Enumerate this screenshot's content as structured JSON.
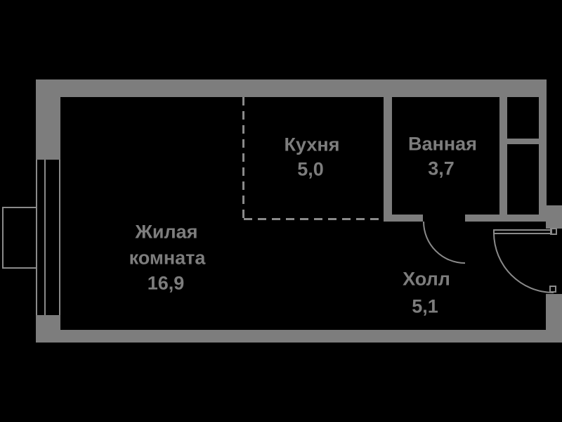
{
  "colors": {
    "background": "#000000",
    "wall": "#7d7d7d",
    "line": "#8a8a8a",
    "text": "#7d7d7d"
  },
  "rooms": {
    "living": {
      "name_line1": "Жилая",
      "name_line2": "комната",
      "area": "16,9"
    },
    "kitchen": {
      "name": "Кухня",
      "area": "5,0"
    },
    "bathroom": {
      "name": "Ванная",
      "area": "3,7"
    },
    "hall": {
      "name": "Холл",
      "area": "5,1"
    }
  }
}
